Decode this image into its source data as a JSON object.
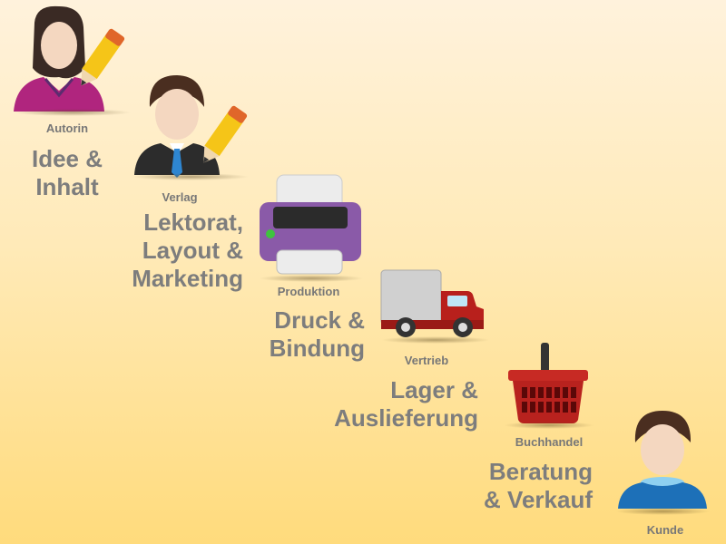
{
  "stages": [
    {
      "role": "Autorin",
      "step": "Idee &\nInhalt",
      "icon": "author-woman-pencil-icon"
    },
    {
      "role": "Verlag",
      "step": "Lektorat,\nLayout &\nMarketing",
      "icon": "publisher-man-pencil-icon"
    },
    {
      "role": "Produktion",
      "step": "Druck &\nBindung",
      "icon": "printer-icon"
    },
    {
      "role": "Vertrieb",
      "step": "Lager &\nAuslieferung",
      "icon": "delivery-truck-icon"
    },
    {
      "role": "Buchhandel",
      "step": "Beratung\n& Verkauf",
      "icon": "shopping-basket-icon"
    },
    {
      "role": "Kunde",
      "step": "",
      "icon": "customer-person-icon"
    }
  ],
  "colors": {
    "background_top": "#fff2dc",
    "background_bottom": "#ffdb7c",
    "text": "#7d7d7d",
    "author_shirt": "#b0257e",
    "printer": "#8a5aa8",
    "truck": "#b8201c",
    "basket": "#b8221e",
    "customer_shirt": "#1d70b8"
  }
}
